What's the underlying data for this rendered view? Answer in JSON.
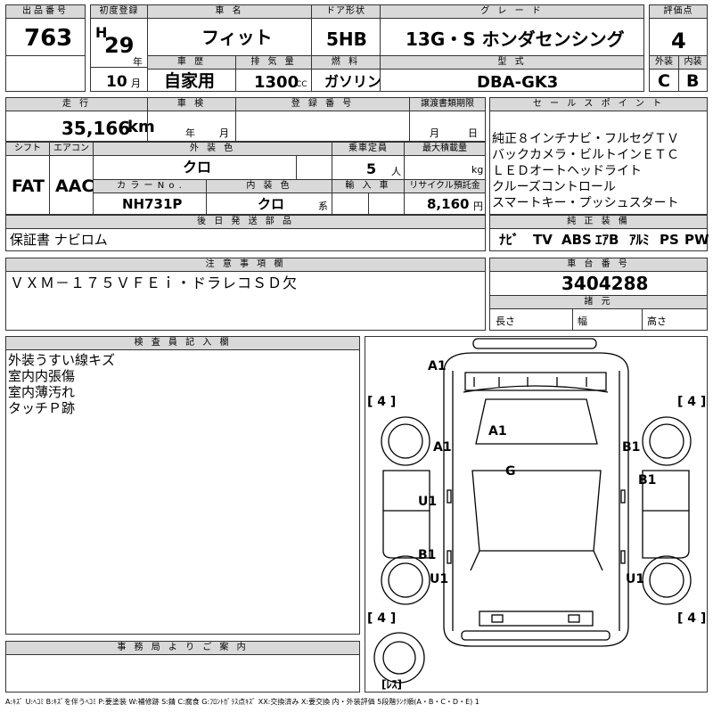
{
  "top": {
    "lot_no_label": "出品番号",
    "lot_no": "763",
    "first_reg_label": "初度登録",
    "era": "H",
    "year": "29",
    "year_unit": "年",
    "month": "10",
    "month_unit": "月",
    "car_name_label": "車 名",
    "car_name": "フィット",
    "door_label": "ドア形状",
    "door": "5HB",
    "grade_label": "グ レ ー ド",
    "grade": "13G・S ホンダセンシング",
    "score_label": "評価点",
    "score": "4",
    "history_label": "車 歴",
    "history": "自家用",
    "displacement_label": "排 気 量",
    "displacement": "1300",
    "displacement_unit": "CC",
    "fuel_label": "燃 料",
    "fuel": "ガソリン",
    "model_label": "型 式",
    "model": "DBA-GK3",
    "ext_label": "外装",
    "ext": "C",
    "int_label": "内装",
    "int": "B"
  },
  "row2": {
    "mileage_label": "走 行",
    "mileage": "35,166",
    "mileage_unit": "km",
    "inspection_label": "車 検",
    "inspection_year_unit": "年",
    "inspection_month_unit": "月",
    "reg_no_label": "登 録 番 号",
    "transfer_label": "譲渡書類期限",
    "transfer_month_unit": "月",
    "transfer_day_unit": "日"
  },
  "row3": {
    "shift_label": "シフト",
    "shift": "FAT",
    "ac_label": "エアコン",
    "ac": "AAC",
    "ext_color_label": "外 装 色",
    "ext_color": "クロ",
    "capacity_label": "乗車定員",
    "capacity": "5",
    "capacity_unit": "人",
    "max_load_label": "最大積載量",
    "max_load_unit": "kg",
    "color_no_label": "カ ラ ー N o .",
    "color_no": "NH731P",
    "int_color_label": "内 装 色",
    "int_color": "クロ",
    "int_color_unit": "系",
    "import_label": "輸 入 車",
    "recycle_label": "リサイクル預託金",
    "recycle": "8,160",
    "recycle_unit": "円"
  },
  "parts": {
    "label": "後 日 発 送 部 品",
    "value": "保証書 ナビロム"
  },
  "notes": {
    "label": "注 意 事 項 欄",
    "value": "ＶＸＭ－１７５ＶＦＥｉ・ドラレコＳＤ欠"
  },
  "selling": {
    "label": "セ ー ル ス ポ イ ン ト",
    "lines": [
      "純正８インチナビ・フルセグＴＶ",
      "バックカメラ・ビルトインＥＴＣ",
      "ＬＥＤオートヘッドライト",
      "クルーズコントロール",
      "スマートキー・プッシュスタート"
    ]
  },
  "equipment": {
    "label": "純 正 装 備",
    "items": [
      "ﾅﾋﾞ",
      "TV",
      "ABS",
      "ｴｱB",
      "ｱﾙﾐ",
      "PS",
      "PW"
    ]
  },
  "chassis": {
    "label": "車 台 番 号",
    "value": "3404288"
  },
  "specs": {
    "label": "諸 元",
    "length": "長さ",
    "width": "幅",
    "height": "高さ"
  },
  "inspector": {
    "label": "検 査 員 記 入 欄",
    "lines": [
      "外装うすい線キズ",
      "室内内張傷",
      "室内薄汚れ",
      "タッチＰ跡"
    ]
  },
  "office": {
    "label": "事 務 局 よ り ご 案 内"
  },
  "diagram": {
    "marks": [
      "A1",
      "A1",
      "A1",
      "B1",
      "G",
      "B1",
      "U1",
      "B1",
      "U1",
      "U1"
    ],
    "tires": [
      "[ 4 ]",
      "[ 4 ]",
      "[ 4 ]",
      "[ 4 ]"
    ],
    "spare": "[ﾚｽ]"
  },
  "legend": "A:ｷｽﾞ U:ﾍｺﾐ B:ｷｽﾞを伴うﾍｺﾐ P:要塗装 W:補修跡 S:錆 C:腐食 G:ﾌﾛﾝﾄｶﾞﾗｽ点ｷｽﾞ XX:交換済み X:要交換 内・外装評価 5段階ﾗﾝｸ順(A・B・C・D・E) 1"
}
